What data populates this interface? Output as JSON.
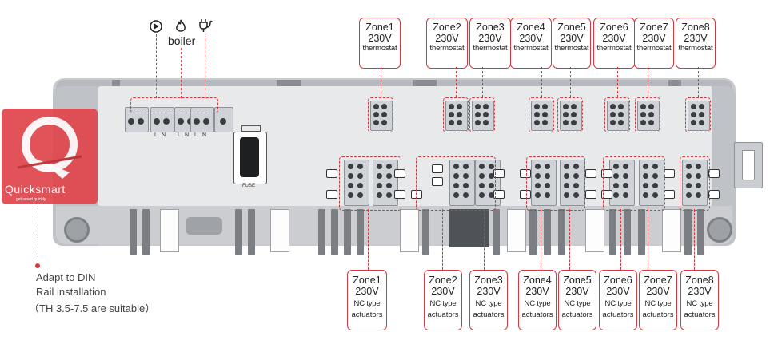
{
  "icons": {
    "pump": "play-circle-icon",
    "boiler": "flame-icon",
    "power": "plug-icon",
    "boiler_label": "boiler"
  },
  "top_zones": [
    {
      "zone": "Zone1",
      "voltage": "230V",
      "device": "thermostat"
    },
    {
      "zone": "Zone2",
      "voltage": "230V",
      "device": "thermostat"
    },
    {
      "zone": "Zone3",
      "voltage": "230V",
      "device": "thermostat"
    },
    {
      "zone": "Zone4",
      "voltage": "230V",
      "device": "thermostat"
    },
    {
      "zone": "Zone5",
      "voltage": "230V",
      "device": "thermostat"
    },
    {
      "zone": "Zone6",
      "voltage": "230V",
      "device": "thermostat"
    },
    {
      "zone": "Zone7",
      "voltage": "230V",
      "device": "thermostat"
    },
    {
      "zone": "Zone8",
      "voltage": "230V",
      "device": "thermostat"
    }
  ],
  "bottom_zones": [
    {
      "zone": "Zone1",
      "voltage": "230V",
      "type": "NC type",
      "device": "actuators"
    },
    {
      "zone": "Zone2",
      "voltage": "230V",
      "type": "NC type",
      "device": "actuators"
    },
    {
      "zone": "Zone3",
      "voltage": "230V",
      "type": "NC type",
      "device": "actuators"
    },
    {
      "zone": "Zone4",
      "voltage": "230V",
      "type": "NC type",
      "device": "actuators"
    },
    {
      "zone": "Zone5",
      "voltage": "230V",
      "type": "NC type",
      "device": "actuators"
    },
    {
      "zone": "Zone6",
      "voltage": "230V",
      "type": "NC type",
      "device": "actuators"
    },
    {
      "zone": "Zone7",
      "voltage": "230V",
      "type": "NC type",
      "device": "actuators"
    },
    {
      "zone": "Zone8",
      "voltage": "230V",
      "type": "NC type",
      "device": "actuators"
    }
  ],
  "brand": {
    "name": "Quicksmart",
    "tagline": "get smart quickly"
  },
  "din_note": {
    "line1": "Adapt to DIN",
    "line2": "Rail installation",
    "line3": "（TH 3.5-7.5 are suitable）"
  },
  "board_text": {
    "fuse": "FUSE",
    "l": "L",
    "n": "N"
  },
  "colors": {
    "accent": "#d9363e",
    "logo_bg": "#e0454c",
    "housing": "#d4d6d9"
  }
}
